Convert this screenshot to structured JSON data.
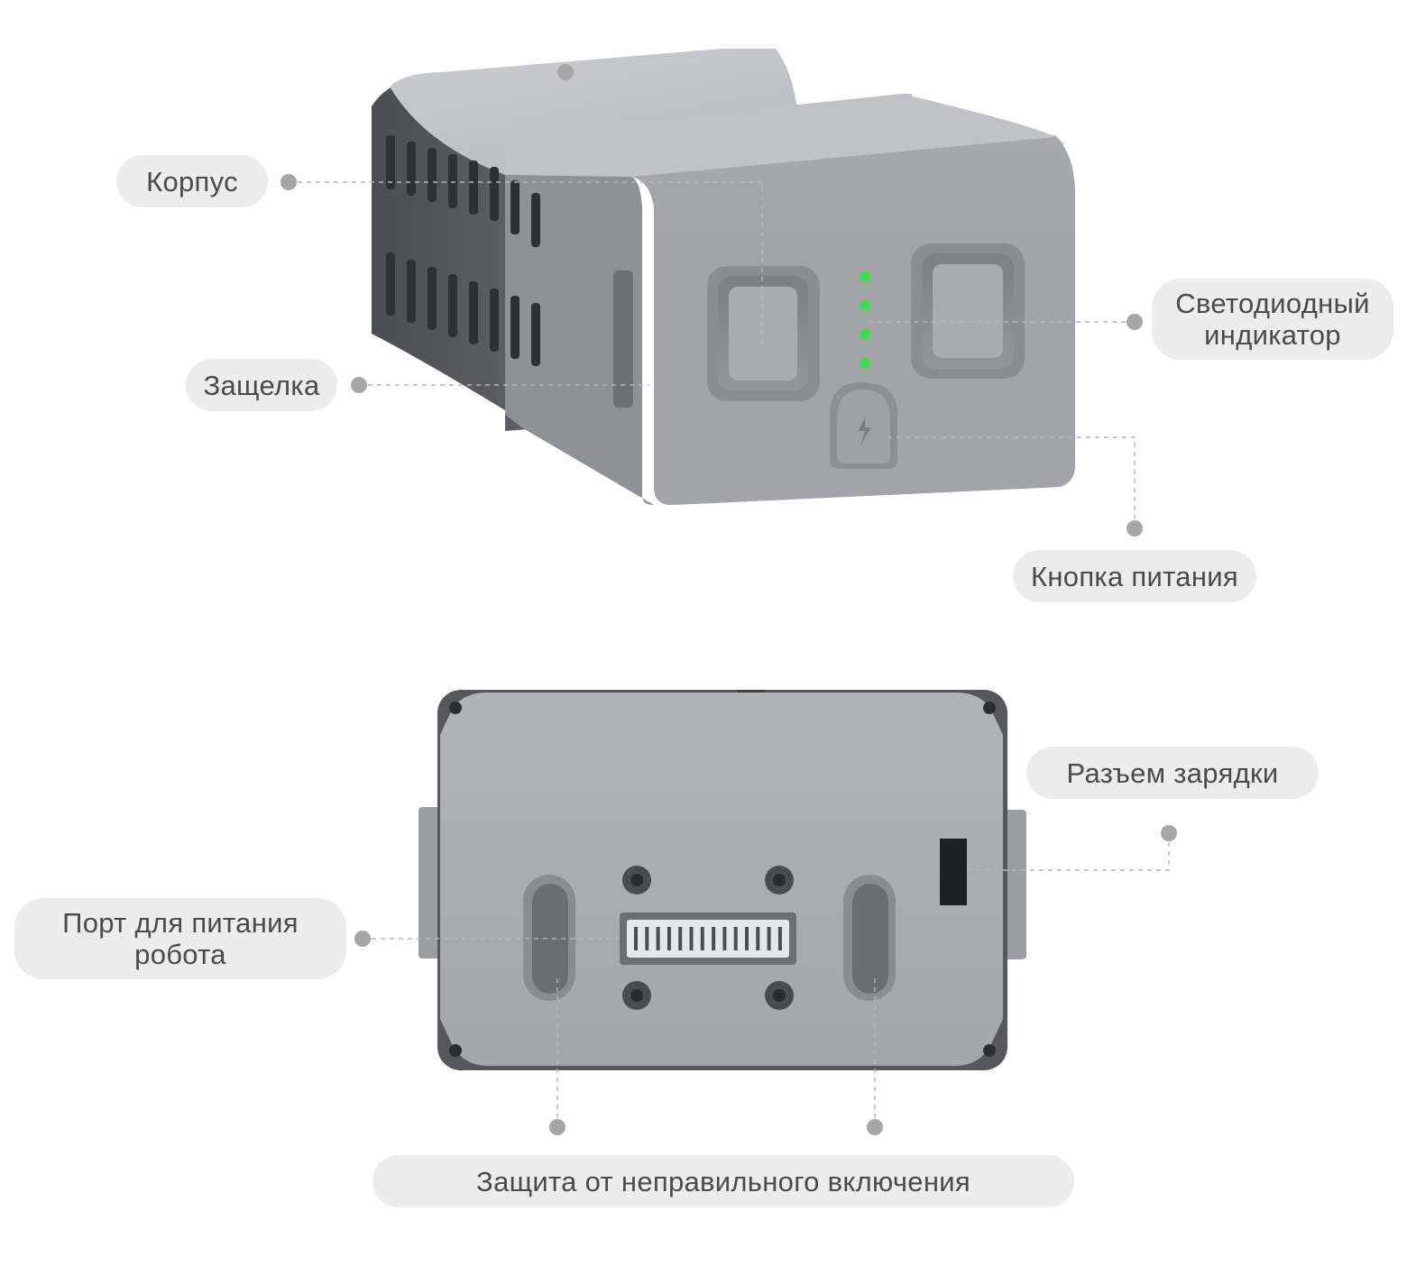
{
  "labels": {
    "housing": "Корпус",
    "latch": "Защелка",
    "led_line1": "Светодиодный",
    "led_line2": "индикатор",
    "power_button": "Кнопка питания",
    "charging_port": "Разъем зарядки",
    "robot_port_line1": "Порт для питания",
    "robot_port_line2": "робота",
    "reverse_protection": "Защита от неправильного включения"
  },
  "colors": {
    "pill_bg": "#ececec",
    "label_text": "#4a4a4a",
    "leader_line": "#b5b5b5",
    "dot": "#a6a6a6",
    "led_green": "#3fdc4f",
    "body_light": "#a9abaf",
    "body_dark": "#56585c"
  },
  "indicators": {
    "led_count": 4
  }
}
